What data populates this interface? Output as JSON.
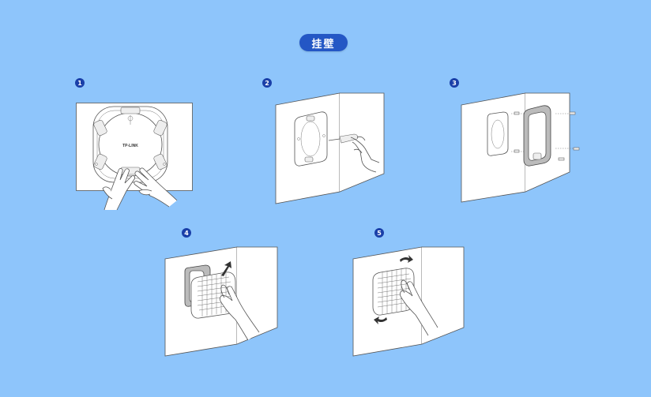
{
  "title": "挂壁",
  "steps": [
    {
      "number": "1"
    },
    {
      "number": "2"
    },
    {
      "number": "3"
    },
    {
      "number": "4"
    },
    {
      "number": "5"
    }
  ],
  "device": {
    "logo_text": "TP-LINK"
  },
  "colors": {
    "background": "#8ec5fb",
    "pill": "#2457c5",
    "badge": "#1a3fa8",
    "line": "#555555"
  }
}
